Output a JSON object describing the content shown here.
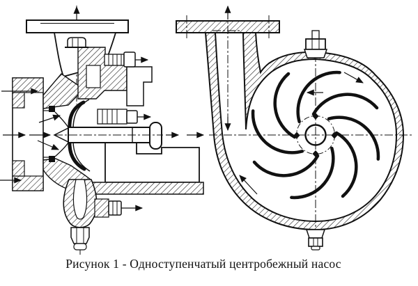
{
  "figure": {
    "caption": "Рисунок 1 - Одноступенчатый центробежный насос",
    "label": "Рисунок 1",
    "title": "Одноступенчатый центробежный насос"
  },
  "colors": {
    "line": "#111111",
    "background": "#ffffff"
  }
}
